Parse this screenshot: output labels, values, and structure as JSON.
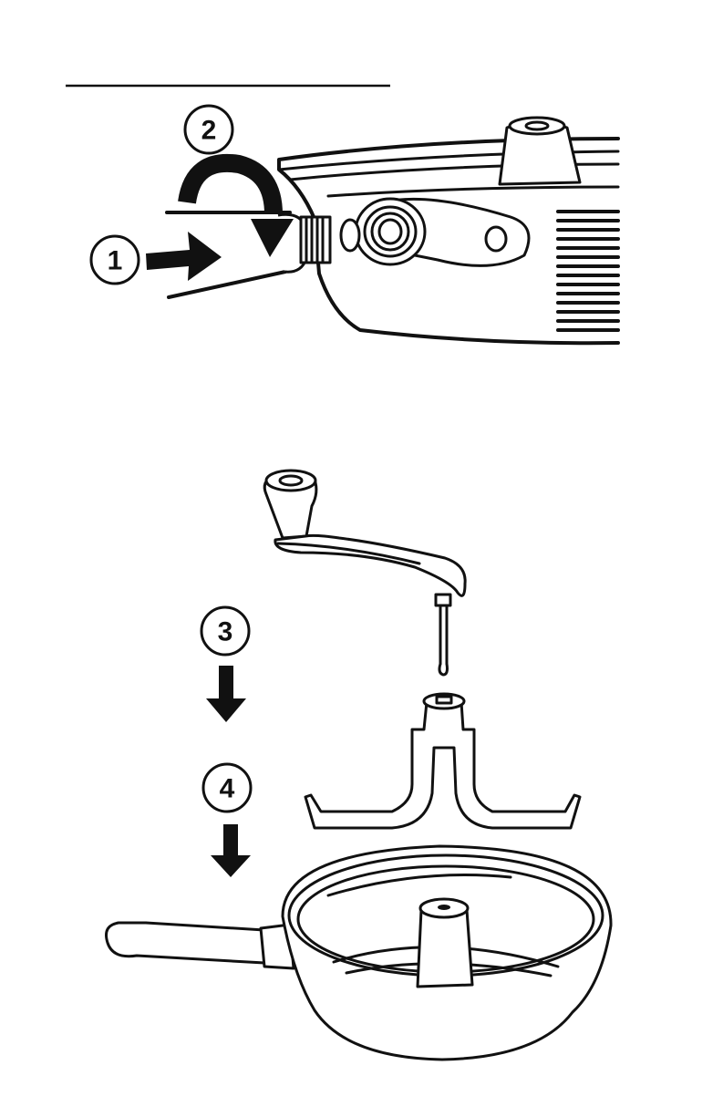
{
  "steps": [
    {
      "number": "1",
      "action": "push"
    },
    {
      "number": "2",
      "action": "rotate"
    },
    {
      "number": "3",
      "action": "lower"
    },
    {
      "number": "4",
      "action": "lower"
    }
  ],
  "colors": {
    "ink": "#111111",
    "paper": "#ffffff"
  }
}
